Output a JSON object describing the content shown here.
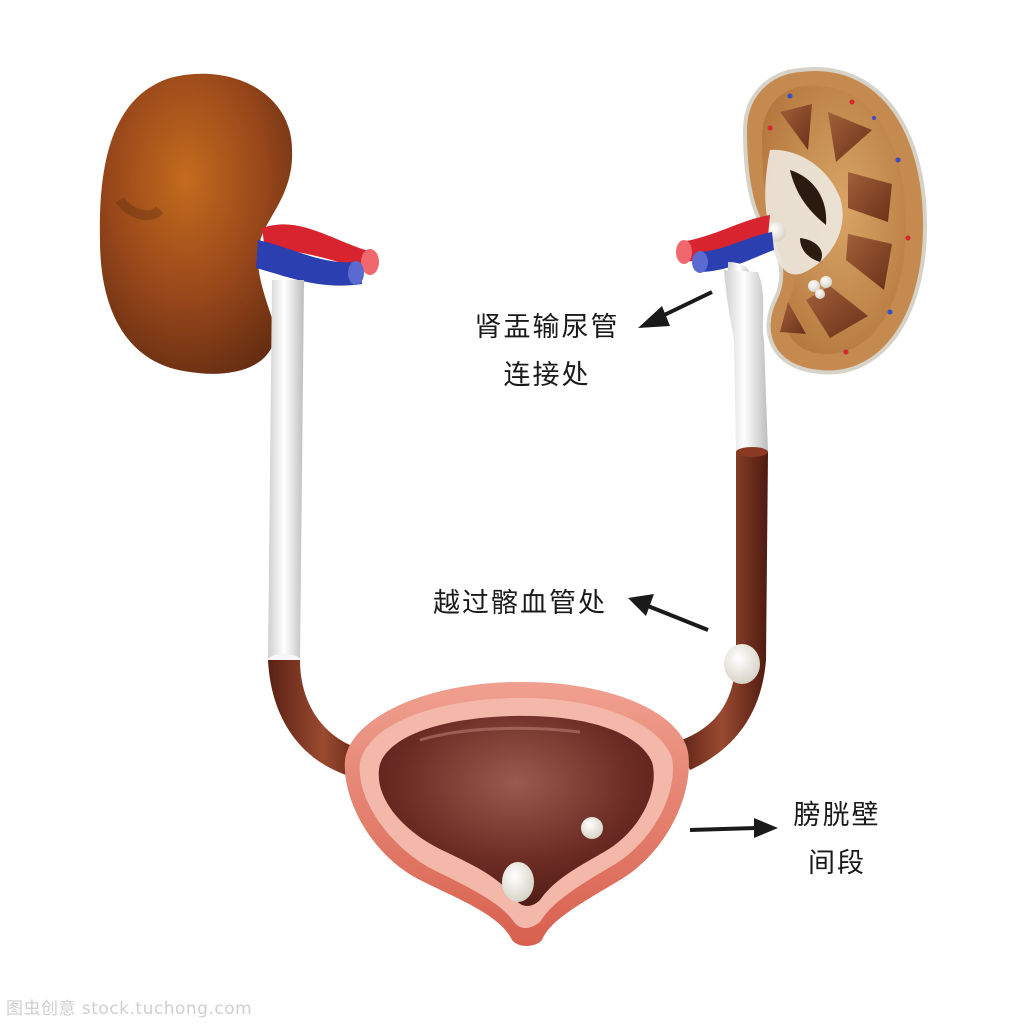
{
  "labels": {
    "upj_line1": "肾盂输尿管",
    "upj_line2": "连接处",
    "iliac": "越过髂血管处",
    "bladder_line1": "膀胱壁",
    "bladder_line2": "间段"
  },
  "watermark": "图虫创意 stock.tuchong.com",
  "colors": {
    "kidney": "#8a3d12",
    "kidney_cortex": "#c98a4a",
    "ureter_white": "#f2f2f2",
    "ureter_brown": "#7a2f1e",
    "bladder_wall": "#e0786a",
    "bladder_lumen": "#6a2a22",
    "vein": "#2b3fb0",
    "artery": "#d8242e",
    "arrow": "#1a1a1a"
  }
}
